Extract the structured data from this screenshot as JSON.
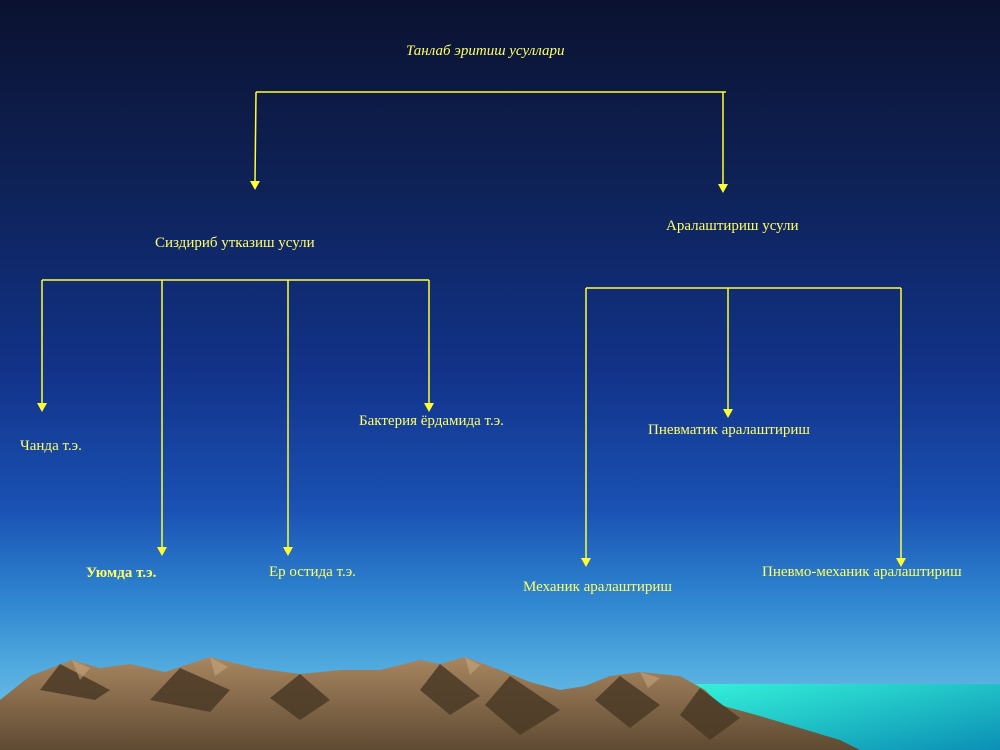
{
  "diagram": {
    "title": "Танлаб эритиш усуллари",
    "branch_left": "Сиздириб утказиш усули",
    "branch_right": "Аралаштириш усули",
    "left_items": {
      "chanda": "Чанда т.э.",
      "uyumda": "Уюмда т.э.",
      "er_ostida": "Ер остида т.э.",
      "bakteriya": "Бактерия ёрдамида т.э."
    },
    "right_items": {
      "mexanik": "Механик аралаштириш",
      "pnevmatik": "Пневматик аралаштириш",
      "pnevmo_mexanik": "Пневмо-механик  аралаштириш"
    }
  },
  "colors": {
    "line": "#ffff33",
    "text": "#ffff66",
    "sea": "#22e8d2",
    "mountain": "#8a6a47"
  }
}
